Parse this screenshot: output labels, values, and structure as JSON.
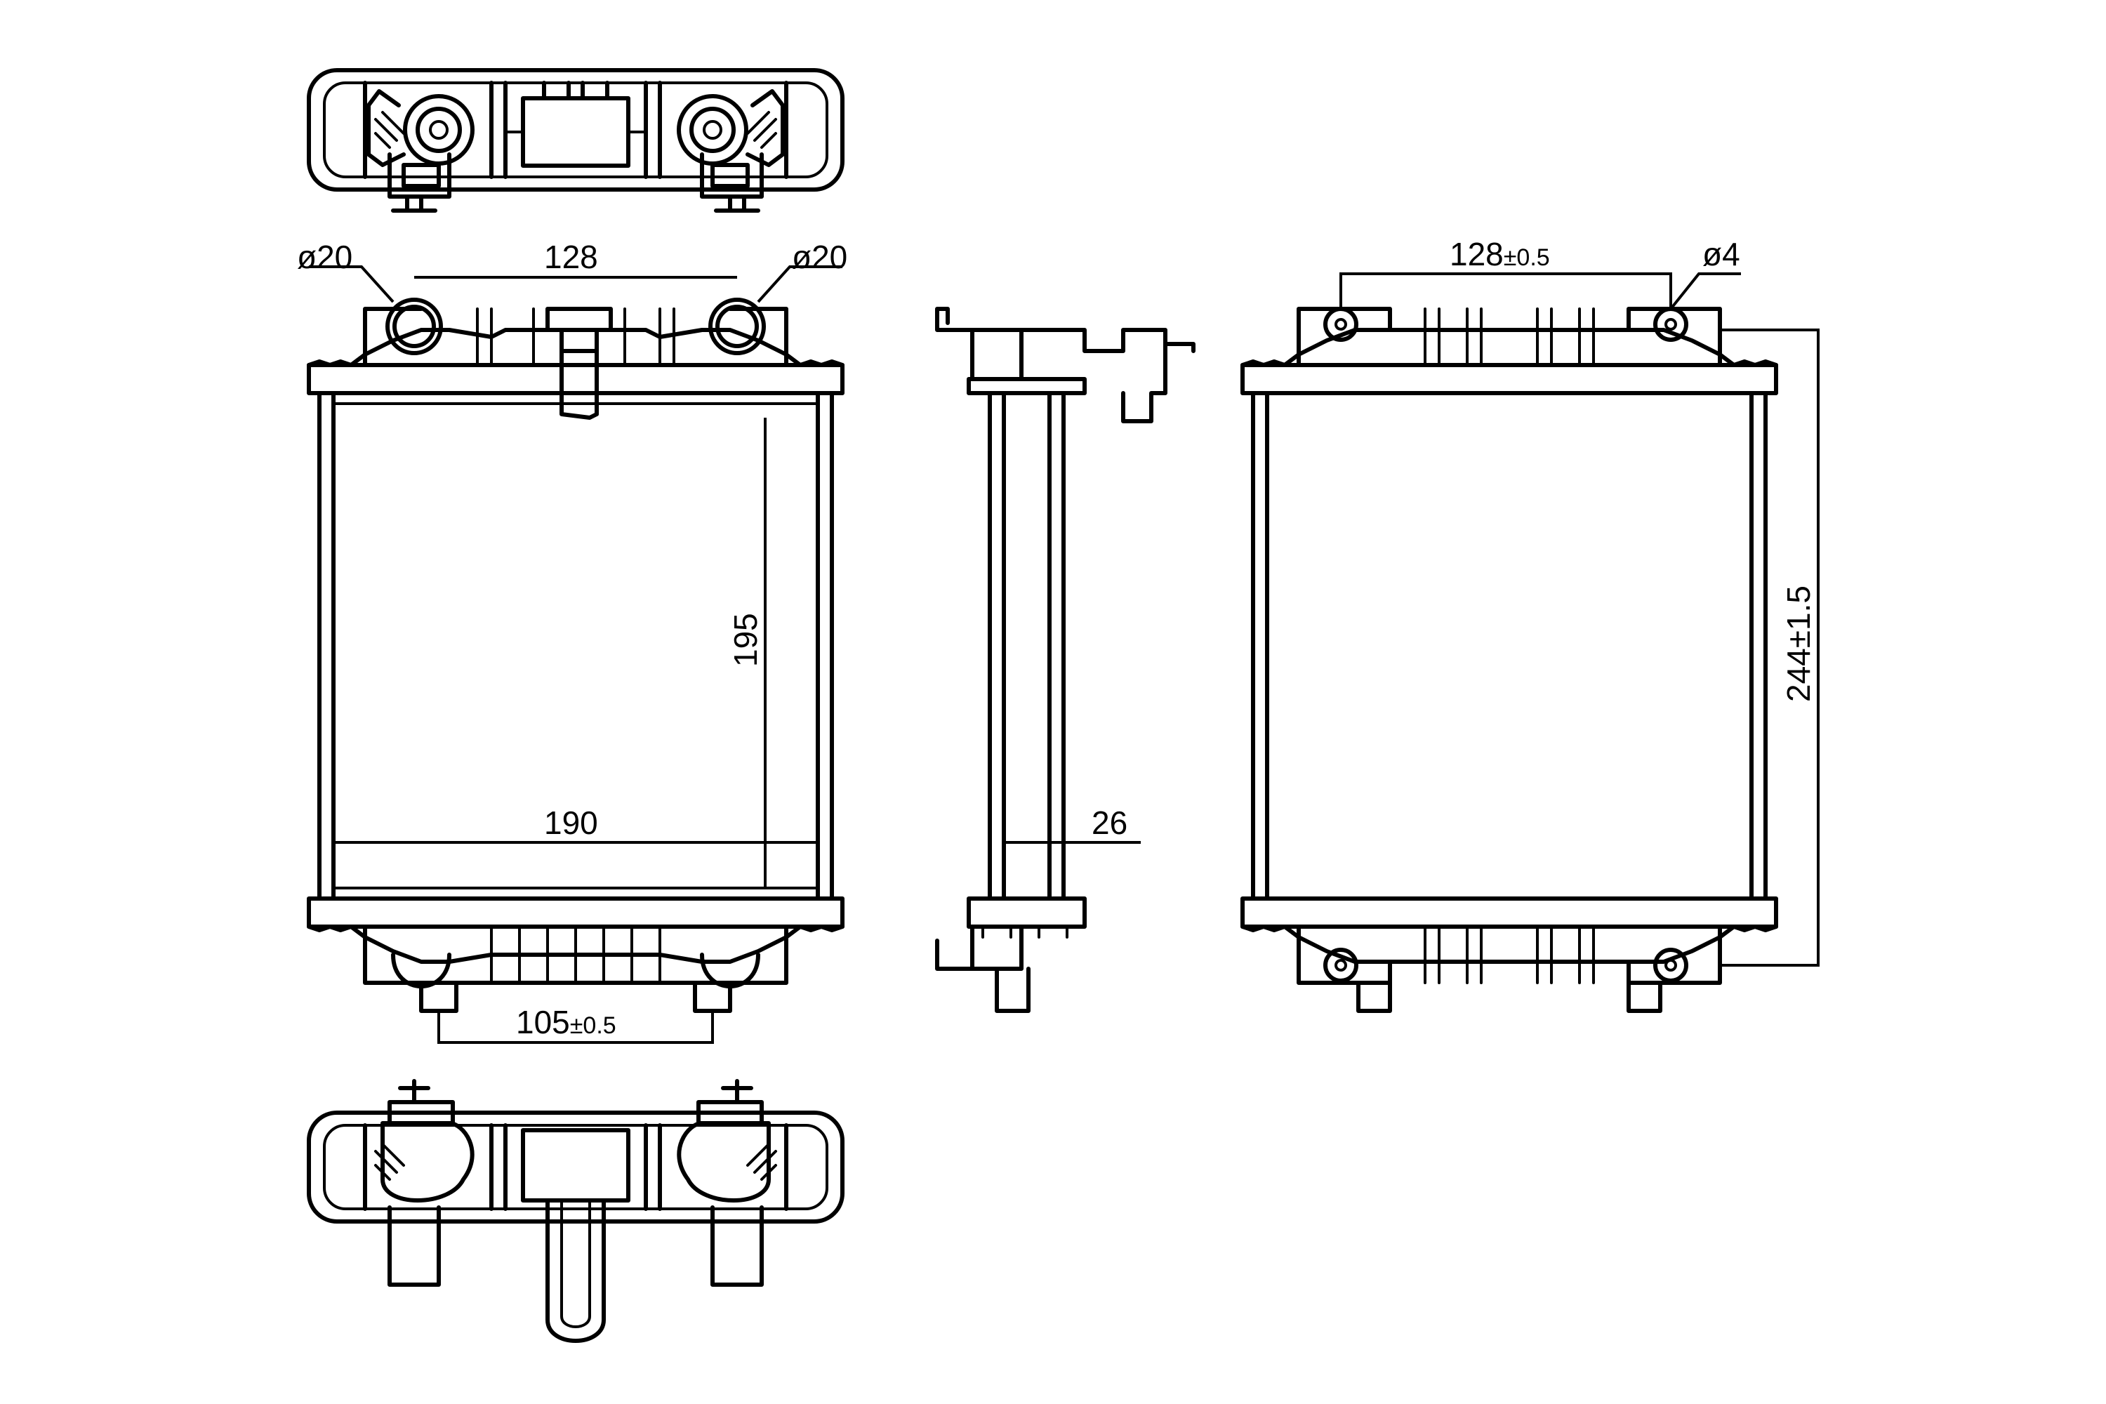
{
  "dimensions": {
    "front_left_pipe_dia": "ø20",
    "front_right_pipe_dia": "ø20",
    "front_pipe_spacing": "128",
    "front_height": "195",
    "front_width": "190",
    "front_bottom_spacing": "105",
    "front_bottom_spacing_tol": "±0.5",
    "side_depth": "26",
    "rear_mount_spacing": "128",
    "rear_mount_spacing_tol": "±0.5",
    "rear_hole_dia": "ø4",
    "rear_total_height": "244±1.5"
  },
  "colors": {
    "line": "#000000",
    "background": "#ffffff"
  }
}
